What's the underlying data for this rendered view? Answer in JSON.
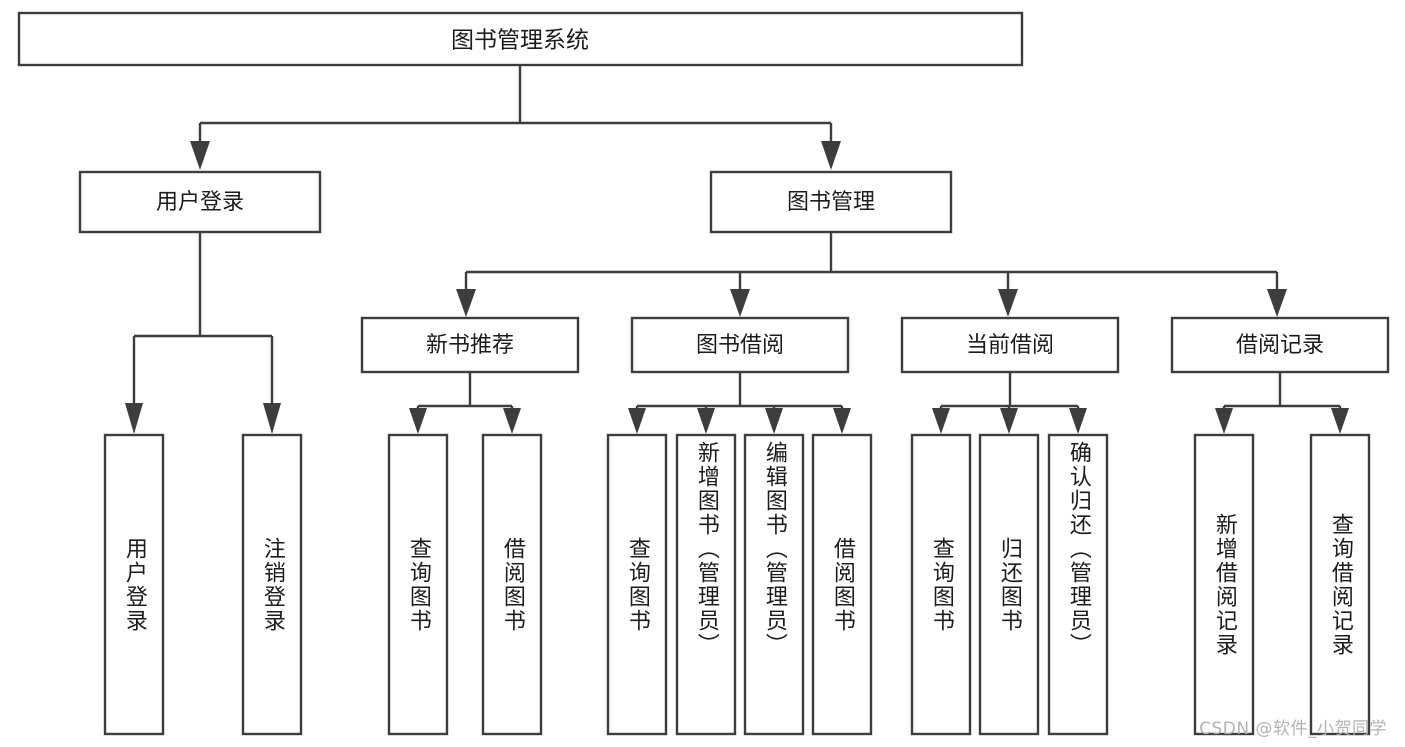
{
  "diagram": {
    "title": "图书管理系统",
    "type": "tree",
    "orientation": "top-down",
    "watermark": "CSDN @软件_小贺同学",
    "colors": {
      "box_fill": "#ffffff",
      "box_stroke": "#3d3d3d",
      "text": "#1c1c1c",
      "background": "#ffffff",
      "watermark": "#b3b3b3"
    },
    "root": {
      "label": "图书管理系统",
      "level": 0
    },
    "level1": [
      {
        "label": "用户登录",
        "level": 1
      },
      {
        "label": "图书管理",
        "level": 1
      }
    ],
    "level2": [
      {
        "label": "新书推荐",
        "level": 2,
        "parent": "图书管理"
      },
      {
        "label": "图书借阅",
        "level": 2,
        "parent": "图书管理"
      },
      {
        "label": "当前借阅",
        "level": 2,
        "parent": "图书管理"
      },
      {
        "label": "借阅记录",
        "level": 2,
        "parent": "图书管理"
      }
    ],
    "leaves": {
      "user_login": [
        {
          "label": "用户登录"
        },
        {
          "label": "注销登录"
        }
      ],
      "new_book_recommend": [
        {
          "label": "查询图书"
        },
        {
          "label": "借阅图书"
        }
      ],
      "book_borrow": [
        {
          "label": "查询图书"
        },
        {
          "label": "新增图书（管理员）"
        },
        {
          "label": "编辑图书（管理员）"
        },
        {
          "label": "借阅图书"
        }
      ],
      "current_borrow": [
        {
          "label": "查询图书"
        },
        {
          "label": "归还图书"
        },
        {
          "label": "确认归还（管理员）"
        }
      ],
      "borrow_record": [
        {
          "label": "新增借阅记录"
        },
        {
          "label": "查询借阅记录"
        }
      ]
    }
  }
}
